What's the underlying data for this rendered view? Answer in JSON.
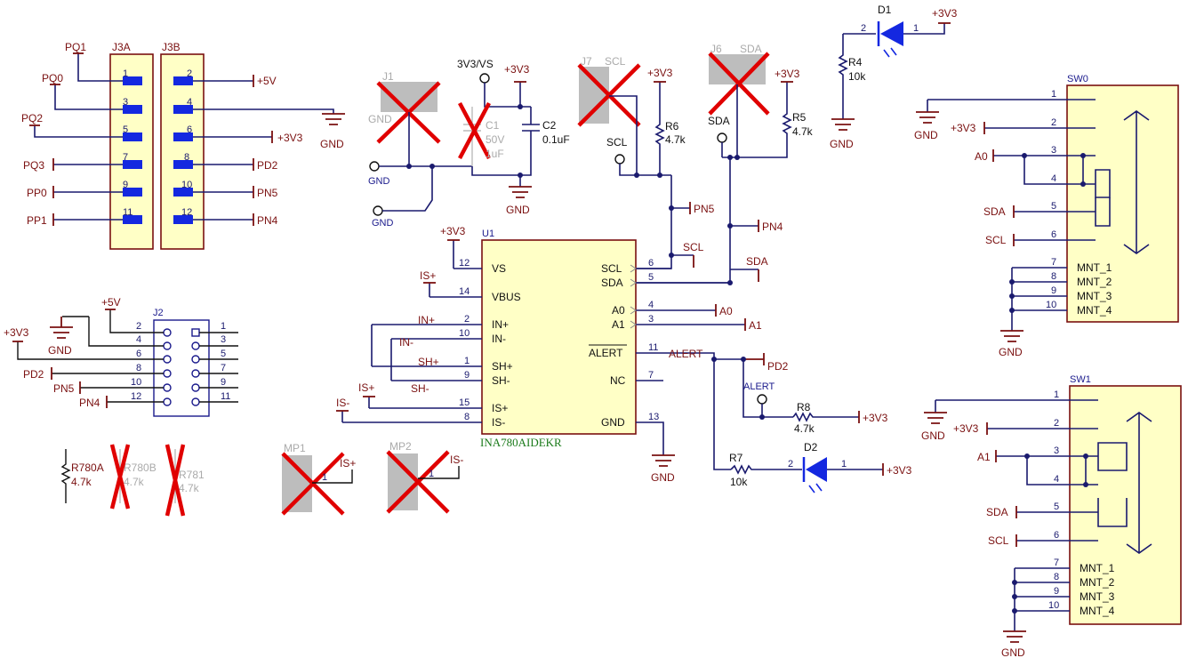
{
  "colors": {
    "wire": "#1a1a6e",
    "net_label": "#7a1010",
    "component_body": "#ffffc6",
    "dnp_cross": "#e00000",
    "led": "#1428e0",
    "part_number": "#1a7a1a"
  },
  "connectors": {
    "j3a": "J3A",
    "j3b": "J3B",
    "j3a_pins": [
      "1",
      "3",
      "5",
      "7",
      "9",
      "11"
    ],
    "j3b_pins": [
      "2",
      "4",
      "6",
      "8",
      "10",
      "12"
    ],
    "left_nets": [
      "PQ1",
      "PQ0",
      "PQ2",
      "PQ3",
      "PP0",
      "PP1"
    ],
    "right_nets": [
      "+5V",
      "GND",
      "+3V3",
      "PD2",
      "PN5",
      "PN4"
    ],
    "j2": "J2",
    "j2_left_pins": [
      "2",
      "4",
      "6",
      "8",
      "10",
      "12"
    ],
    "j2_right_pins": [
      "1",
      "3",
      "5",
      "7",
      "9",
      "11"
    ],
    "j2_nets": [
      "+5V",
      "GND",
      "+3V3",
      "PD2",
      "PN5",
      "PN4"
    ]
  },
  "power_section": {
    "j1": "J1",
    "j1_gnd": "GND",
    "vs_label": "3V3/VS",
    "v33": "+3V3",
    "c1": [
      "C1",
      "50V",
      "1uF"
    ],
    "c2": [
      "C2",
      "0.1uF"
    ],
    "gnd": "GND",
    "test_gnd1": "GND",
    "test_gnd2": "GND"
  },
  "i2c_section": {
    "j7": "J7",
    "j7_net": "SCL",
    "j6": "J6",
    "j6_net": "SDA",
    "v33a": "+3V3",
    "v33b": "+3V3",
    "r6": [
      "R6",
      "4.7k"
    ],
    "r5": [
      "R5",
      "4.7k"
    ],
    "scl_tp": "SCL",
    "sda_tp": "SDA",
    "pn5": "PN5",
    "pn4": "PN4",
    "scl_net": "SCL",
    "sda_net": "SDA"
  },
  "led_top": {
    "d1": "D1",
    "pin2": "2",
    "pin1": "1",
    "v33": "+3V3",
    "r4": [
      "R4",
      "10k"
    ],
    "gnd": "GND"
  },
  "ic": {
    "refdes": "U1",
    "part": "INA780AIDEKR",
    "v33": "+3V3",
    "isp_net": "IS+",
    "left_pins": [
      {
        "num": "12",
        "name": "VS"
      },
      {
        "num": "14",
        "name": "VBUS"
      },
      {
        "num": "2",
        "name": "IN+"
      },
      {
        "num": "10",
        "name": "IN-"
      },
      {
        "num": "1",
        "name": "SH+"
      },
      {
        "num": "9",
        "name": "SH-"
      },
      {
        "num": "15",
        "name": "IS+"
      },
      {
        "num": "8",
        "name": "IS-"
      }
    ],
    "right_pins": [
      {
        "num": "6",
        "name": "SCL"
      },
      {
        "num": "5",
        "name": "SDA"
      },
      {
        "num": "4",
        "name": "A0"
      },
      {
        "num": "3",
        "name": "A1"
      },
      {
        "num": "11",
        "name": "ALERT"
      },
      {
        "num": "7",
        "name": "NC"
      },
      {
        "num": "13",
        "name": "GND"
      }
    ],
    "wire_labels": [
      "IN+",
      "IN-",
      "SH+",
      "SH-"
    ],
    "is_plus": "IS+",
    "is_minus": "IS-",
    "a0": "A0",
    "a1": "A1",
    "gnd": "GND"
  },
  "alert_section": {
    "alert_net": "ALERT",
    "pd2": "PD2",
    "alert_tp": "ALERT",
    "r8": [
      "R8",
      "4.7k"
    ],
    "r8_v33": "+3V3",
    "r7": [
      "R7",
      "10k"
    ],
    "d2": "D2",
    "pin2": "2",
    "pin1": "1",
    "d2_v33": "+3V3"
  },
  "resistors_bottom": {
    "r780a": [
      "R780A",
      "4.7k"
    ],
    "r780b": [
      "R780B",
      "4.7k"
    ],
    "r781": [
      "R781",
      "4.7k"
    ]
  },
  "mounting": {
    "mp1": "MP1",
    "mp1_pin": "1",
    "mp1_net": "IS+",
    "mp2": "MP2",
    "mp2_pin": "1",
    "mp2_net": "IS-"
  },
  "sw0": {
    "refdes": "SW0",
    "nets": [
      "GND",
      "+3V3",
      "A0",
      "SDA",
      "SCL",
      "GND"
    ],
    "pins": [
      "1",
      "2",
      "3",
      "4",
      "5",
      "6",
      "7",
      "8",
      "9",
      "10"
    ],
    "mnt": [
      "MNT_1",
      "MNT_2",
      "MNT_3",
      "MNT_4"
    ]
  },
  "sw1": {
    "refdes": "SW1",
    "nets": [
      "GND",
      "+3V3",
      "A1",
      "SDA",
      "SCL",
      "GND"
    ],
    "pins": [
      "1",
      "2",
      "3",
      "4",
      "5",
      "6",
      "7",
      "8",
      "9",
      "10"
    ],
    "mnt": [
      "MNT_1",
      "MNT_2",
      "MNT_3",
      "MNT_4"
    ]
  }
}
